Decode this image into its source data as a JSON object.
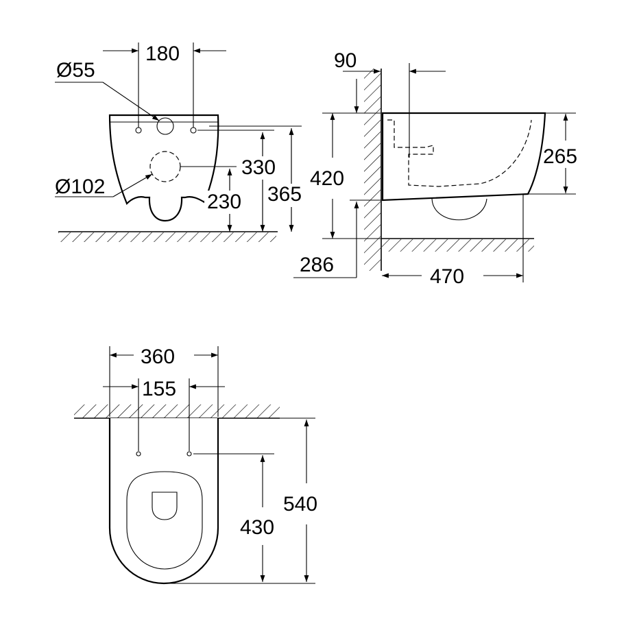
{
  "front_view": {
    "width_holes": "180",
    "dia_outlet_small": "Ø55",
    "dia_outlet_large": "Ø102",
    "height_330": "330",
    "height_230": "230",
    "height_365": "365"
  },
  "side_view": {
    "wall_offset": "90",
    "height_420": "420",
    "height_265": "265",
    "height_286": "286",
    "depth_470": "470"
  },
  "top_view": {
    "width_360": "360",
    "width_155": "155",
    "length_540": "540",
    "length_430": "430"
  }
}
